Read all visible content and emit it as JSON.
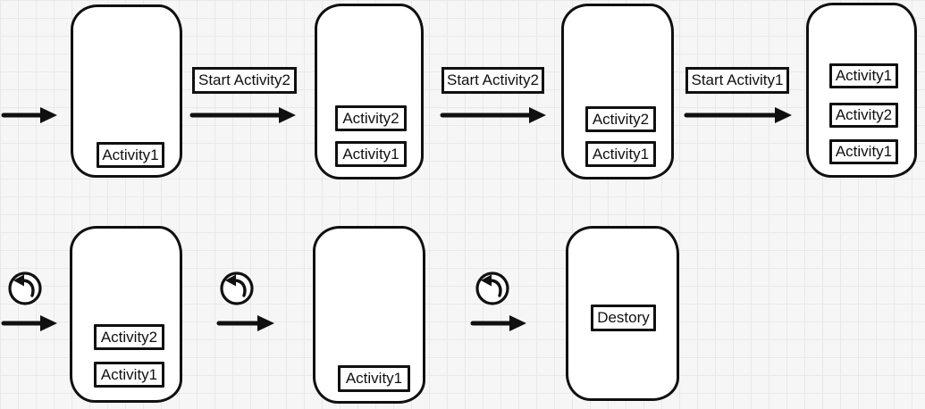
{
  "canvas": {
    "background_color": "#f6f6f6",
    "grid_color": "#e9e9e9",
    "stroke_color": "#101010",
    "shape_fill": "#ffffff"
  },
  "icons": {
    "flow": "arrow-right-icon",
    "back": "back-curved-arrow-icon"
  },
  "row1": {
    "phones": [
      {
        "stack": [
          "Activity1"
        ]
      },
      {
        "stack": [
          "Activity2",
          "Activity1"
        ]
      },
      {
        "stack": [
          "Activity2",
          "Activity1"
        ]
      },
      {
        "stack": [
          "Activity1",
          "Activity2",
          "Activity1"
        ]
      }
    ],
    "transitions": [
      {
        "label": "Start Activity2"
      },
      {
        "label": "Start Activity2"
      },
      {
        "label": "Start Activity1"
      }
    ]
  },
  "row2": {
    "phones": [
      {
        "stack": [
          "Activity2",
          "Activity1"
        ]
      },
      {
        "stack": [
          "Activity1"
        ]
      },
      {
        "stack": [
          "Destory"
        ]
      }
    ]
  }
}
